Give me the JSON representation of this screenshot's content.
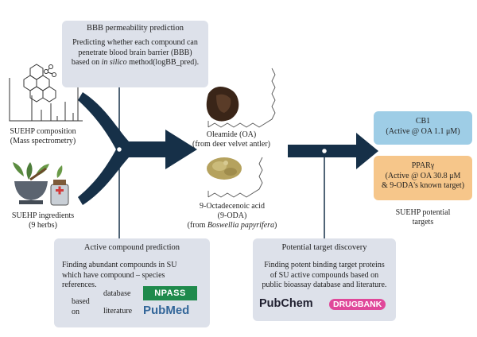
{
  "colors": {
    "arrow": "#163048",
    "panel": "#dde1ea",
    "cb1_box": "#9ecde6",
    "ppar_box": "#f6c68a",
    "npass": "#1f8a4c",
    "pubmed_blue": "#336699",
    "drugbank": "#e0489a"
  },
  "icons": {
    "mass_spec": "mass-spectrum-icon",
    "herbs": "mortar-and-herbs-icon",
    "oleamide_photo": "deer-antler-photo",
    "oda_photo": "boswellia-resin-photo"
  },
  "bbb": {
    "title": "BBB permeability prediction",
    "line1": "Predicting whether each compound can",
    "line2": "penetrate blood brain barrier (BBB)",
    "line3_a": "based on ",
    "line3_i": "in silico",
    "line3_b": " method(logBB_pred)."
  },
  "inputs": {
    "composition_label": "SUEHP composition",
    "composition_sub": "(Mass spectrometry)",
    "ingredients_label": "SUEHP ingredients",
    "ingredients_sub": "(9 herbs)"
  },
  "compounds": {
    "oa_name": "Oleamide (OA)",
    "oa_source": "(from deer velvet antler)",
    "oda_name": "9-Octadecenoic acid",
    "oda_abbr": "(9-ODA)",
    "oda_source_a": "(from ",
    "oda_source_i": "Boswellia papyrifera",
    "oda_source_b": ")"
  },
  "active": {
    "title": "Active compound prediction",
    "line1": "Finding abundant compounds in SU",
    "line2": "which have compound – species",
    "line3": "references.",
    "based": "based",
    "on": "on",
    "database_label": "database",
    "literature_label": "literature",
    "npass_logo": "NPASS",
    "pubmed_pub": "Pub",
    "pubmed_med": "Med"
  },
  "targets_box": {
    "title": "Potential target discovery",
    "line1": "Finding potent binding target proteins",
    "line2": "of SU active compounds based on",
    "line3": "public bioassay database and literature.",
    "pubchem_a": "Pub",
    "pubchem_b": "Chem",
    "drugbank": "DRUGBANK"
  },
  "results": {
    "cb1_title": "CB1",
    "cb1_detail": "(Active @ OA 1.1 μM)",
    "ppar_title": "PPARγ",
    "ppar_line1": "(Active @ OA 30.8 μM",
    "ppar_line2": "& 9-ODA's known target)",
    "caption1": "SUEHP potential",
    "caption2": "targets"
  }
}
